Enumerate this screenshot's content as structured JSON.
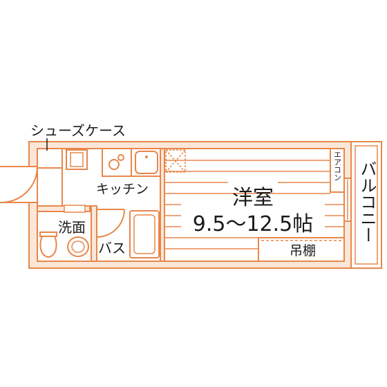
{
  "labels": {
    "shoe_case": "シューズケース",
    "kitchen": "キッチン",
    "washroom": "洗面",
    "bath": "バス",
    "main_room": "洋室",
    "main_room_size": "9.5〜12.5帖",
    "storage_shelf": "吊棚",
    "aircon": "エアコン",
    "balcony": "バルコニー"
  },
  "colors": {
    "wall": "#e8864a",
    "fill": "#fbe7d8",
    "line": "#e8864a",
    "text": "#1a1a1a"
  }
}
